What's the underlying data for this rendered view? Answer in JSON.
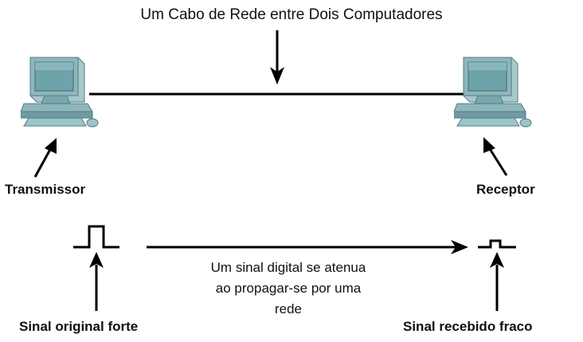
{
  "title": "Um Cabo de Rede entre Dois Computadores",
  "transmitter": {
    "label": "Transmissor",
    "icon": "desktop-computer-icon"
  },
  "receiver": {
    "label": "Receptor",
    "icon": "desktop-computer-icon"
  },
  "signal": {
    "original_label": "Sinal original forte",
    "received_label": "Sinal recebido fraco",
    "caption": "Um sinal digital se atenua ao propagar-se por uma rede"
  },
  "colors": {
    "monitor": "#7aa6ad",
    "screen": "#5f9aa2",
    "line": "#000000"
  }
}
